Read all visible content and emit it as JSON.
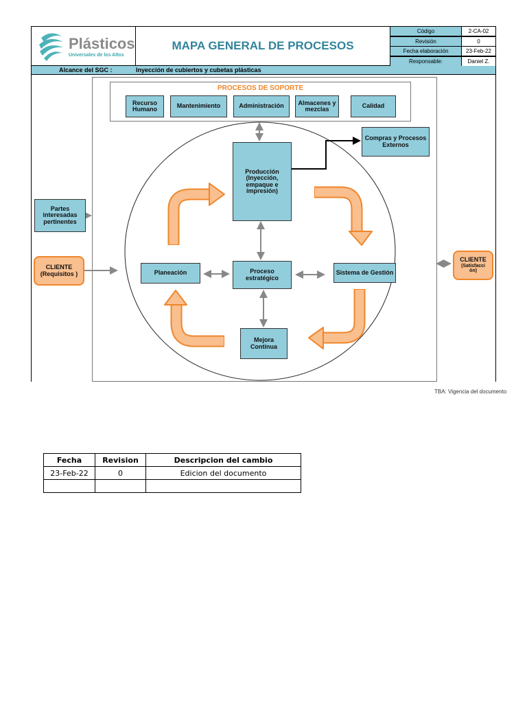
{
  "header": {
    "logo_brand": "Plásticos",
    "logo_sub": "Universales de los Altos",
    "title": "MAPA GENERAL DE PROCESOS",
    "meta": [
      {
        "label": "Código",
        "value": "2-CA-02"
      },
      {
        "label": "Revisión",
        "value": "0"
      },
      {
        "label": "Fecha elaboración",
        "value": "23-Feb-22"
      },
      {
        "label": "Responsable:",
        "value": "Daniel Z."
      }
    ],
    "scope_label": "Alcance del SGC :",
    "scope_value": "Inyección de cubiertos y cubetas plásticas"
  },
  "support": {
    "title": "PROCESOS DE SOPORTE",
    "items": [
      "Recurso Humano",
      "Mantenimiento",
      "Administración",
      "Almacenes y mezclas",
      "Calidad"
    ]
  },
  "processes": {
    "produccion": "Producción (Inyección, empaque e impresión)",
    "compras": "Compras y Procesos Externos",
    "planeacion": "Planeación",
    "estrategico": "Proceso estratégico",
    "sistema": "Sistema de Gestión",
    "mejora": "Mejora Continua"
  },
  "external": {
    "partes": "Partes interesadas pertinentes",
    "cliente_in_title": "CLIENTE",
    "cliente_in_sub": "(Requisitos )",
    "cliente_out_title": "CLIENTE",
    "cliente_out_sub": "(Satisfacción)"
  },
  "footer_note": "TBA: Vigencia del documento",
  "colors": {
    "box": "#92cddc",
    "accent_orange": "#f0862a",
    "title": "#31849b"
  },
  "revision_table": {
    "headers": [
      "Fecha",
      "Revision",
      "Descripcion del cambio"
    ],
    "rows": [
      [
        "23-Feb-22",
        "0",
        "Edicion del documento"
      ],
      [
        "",
        "",
        ""
      ]
    ]
  }
}
